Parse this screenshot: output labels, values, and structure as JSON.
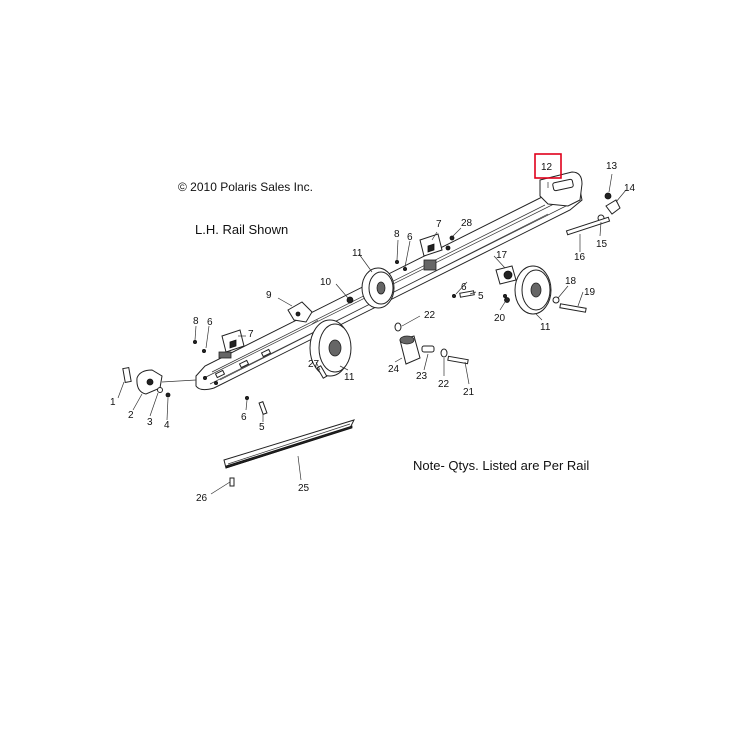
{
  "diagram": {
    "copyright": "© 2010 Polaris Sales Inc.",
    "rail_note": "L.H. Rail Shown",
    "qty_note": "Note- Qtys. Listed are Per Rail",
    "highlight_color": "#e0001b",
    "callouts": {
      "c1": "1",
      "c2": "2",
      "c3": "3",
      "c4": "4",
      "c5a": "5",
      "c5b": "5",
      "c6a": "6",
      "c6b": "6",
      "c6c": "6",
      "c6d": "6",
      "c7a": "7",
      "c7b": "7",
      "c8a": "8",
      "c8b": "8",
      "c9": "9",
      "c10": "10",
      "c11a": "11",
      "c11b": "11",
      "c11c": "11",
      "c12": "12",
      "c13": "13",
      "c14": "14",
      "c15": "15",
      "c16": "16",
      "c17": "17",
      "c18": "18",
      "c19": "19",
      "c20": "20",
      "c21": "21",
      "c22a": "22",
      "c22b": "22",
      "c23": "23",
      "c24": "24",
      "c25": "25",
      "c26": "26",
      "c27": "27",
      "c28": "28"
    }
  }
}
